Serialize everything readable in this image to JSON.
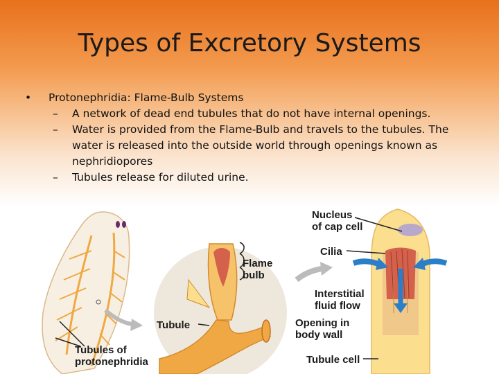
{
  "slide": {
    "title": "Types of Excretory Systems",
    "bullet_symbol": "•",
    "dash_symbol": "–",
    "bullet": "Protonephridia: Flame-Bulb Systems",
    "sub_bullets": [
      "A network of dead end tubules that do not have internal openings.",
      "Water is provided from the Flame-Bulb and travels to the tubules. The water is released into the outside world through openings known as nephridiopores",
      "Tubules release for diluted urine."
    ]
  },
  "figure": {
    "labels": {
      "nucleus_line1": "Nucleus",
      "nucleus_line2": "of cap cell",
      "cilia": "Cilia",
      "flame_line1": "Flame",
      "flame_line2": "bulb",
      "interstitial_line1": "Interstitial",
      "interstitial_line2": "fluid flow",
      "tubule": "Tubule",
      "opening_line1": "Opening in",
      "opening_line2": "body wall",
      "tubule_cell": "Tubule cell",
      "protonephridia_line1": "Tubules of",
      "protonephridia_line2": "protonephridia"
    },
    "colors": {
      "worm_body": "#f7f0e2",
      "tubule_orange": "#f0a844",
      "cell_yellow": "#fbdf8e",
      "cilia_red": "#d4614c",
      "flow_blue": "#2b7fc9",
      "magnifier_bg": "#eee7dc"
    }
  }
}
